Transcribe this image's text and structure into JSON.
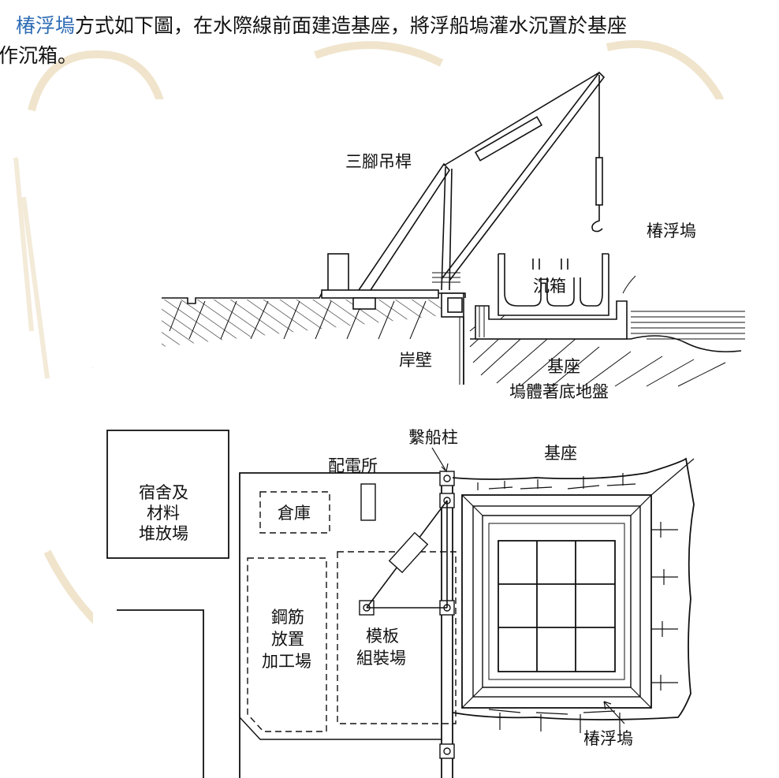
{
  "intro": {
    "term": "椿浮塢",
    "line1_rest": "方式如下圖，在水際線前面建造基座，將浮船塢灌水沉置於基座",
    "line2": "作沉箱。"
  },
  "diagram": {
    "elevation_labels": {
      "crane": "三腳吊桿",
      "dock": "椿浮塢",
      "caisson": "沉箱",
      "quay_wall": "岸壁",
      "base": "基座",
      "dock_ground": "塢體著底地盤"
    },
    "plan_labels": {
      "bollard": "繫船柱",
      "base": "基座",
      "substation": "配電所",
      "dorm_line1": "宿舍及",
      "dorm_line2": "材料",
      "dorm_line3": "堆放場",
      "warehouse": "倉庫",
      "rebar_line1": "鋼筋",
      "rebar_line2": "放置",
      "rebar_line3": "加工場",
      "formwork_line1": "模板",
      "formwork_line2": "組裝場",
      "dock": "椿浮塢"
    }
  }
}
